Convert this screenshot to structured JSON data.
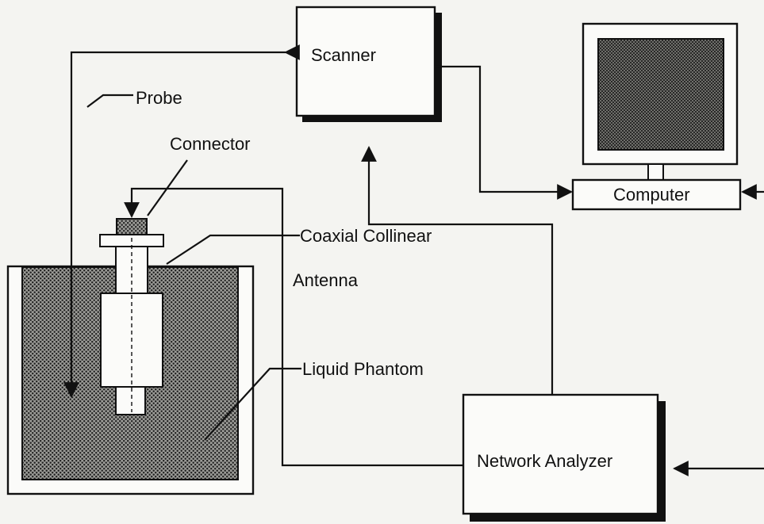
{
  "labels": {
    "scanner": "Scanner",
    "computer": "Computer",
    "probe": "Probe",
    "connector": "Connector",
    "antenna_line1": "Coaxial Collinear",
    "antenna_line2": "Antenna",
    "phantom": "Liquid Phantom",
    "network_analyzer": "Network Analyzer"
  },
  "colors": {
    "ink": "#111111",
    "paper": "#f4f4f1",
    "pattern": "#222222"
  }
}
